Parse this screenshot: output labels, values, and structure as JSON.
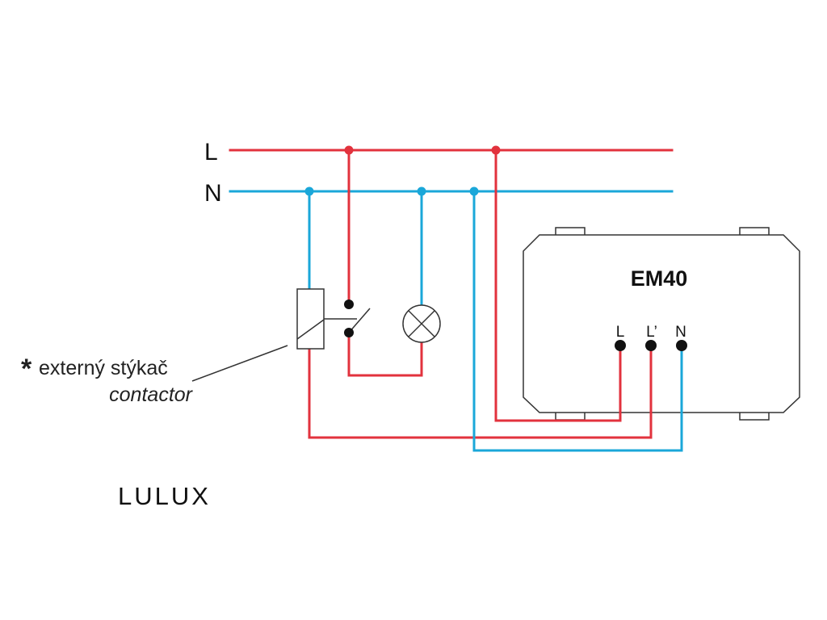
{
  "labels": {
    "line_l": "L",
    "line_n": "N",
    "device_title": "EM40",
    "terminal_l": "L",
    "terminal_l_prime": "L’",
    "terminal_n": "N",
    "contactor_star": "*",
    "contactor_label_sk": "externý stýkač",
    "contactor_label_en": "contactor",
    "brand": "LULUX"
  },
  "colors": {
    "phase_wire": "#e2323d",
    "neutral_wire": "#1aa7d9",
    "outline": "#333333",
    "junction": "#111111"
  }
}
